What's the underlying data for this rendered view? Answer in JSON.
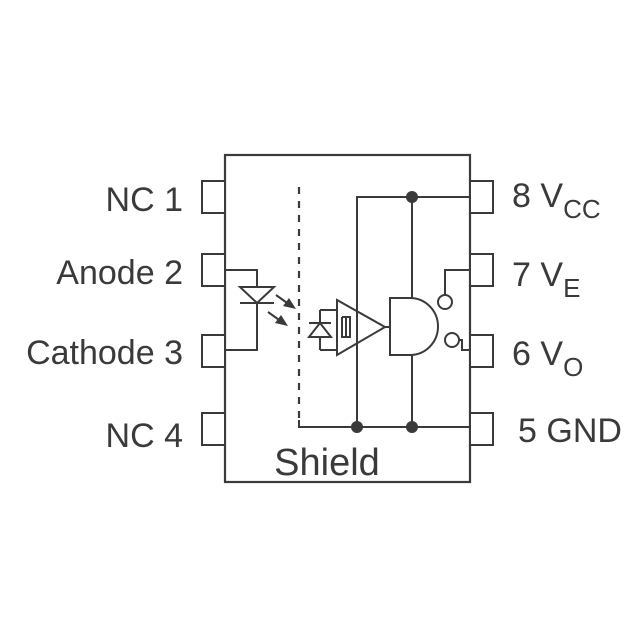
{
  "pins_left": [
    {
      "name": "NC",
      "number": "1"
    },
    {
      "name": "Anode",
      "number": "2"
    },
    {
      "name": "Cathode",
      "number": "3"
    },
    {
      "name": "NC",
      "number": "4"
    }
  ],
  "pins_right": [
    {
      "number": "8",
      "name": "V",
      "sub": "CC"
    },
    {
      "number": "7",
      "name": "V",
      "sub": "E"
    },
    {
      "number": "6",
      "name": "V",
      "sub": "O"
    },
    {
      "number": "5",
      "name": "GND",
      "sub": ""
    }
  ],
  "shield_label": "Shield",
  "colors": {
    "ink": "#3a3a3a",
    "background": "#ffffff"
  }
}
